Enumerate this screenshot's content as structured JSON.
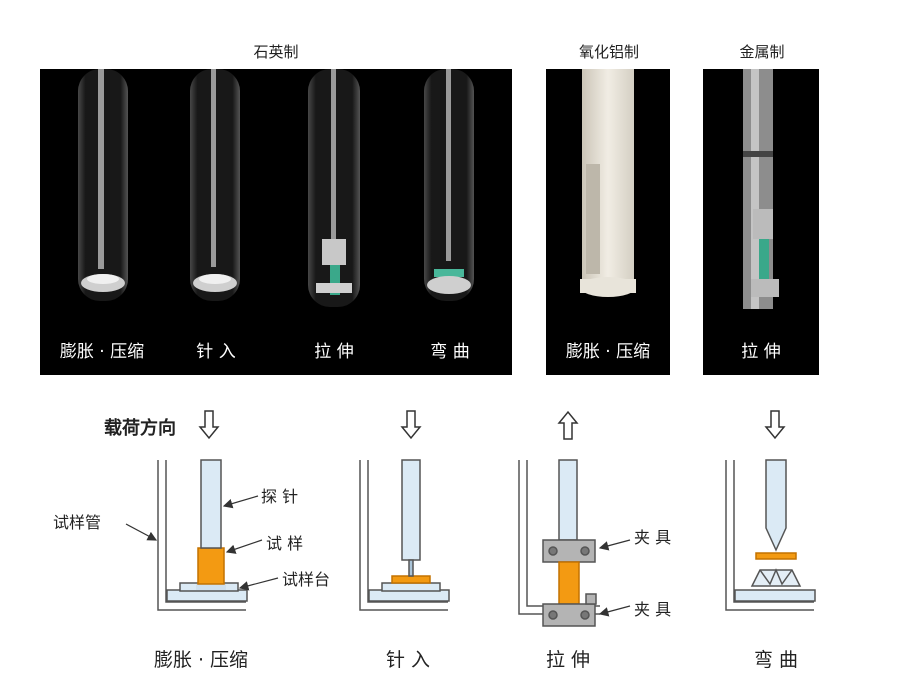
{
  "photos": {
    "quartz": {
      "title": "石英制",
      "labels": [
        "膨胀 · 压缩",
        "针 入",
        "拉 伸",
        "弯 曲"
      ]
    },
    "alumina": {
      "title": "氧化铝制",
      "labels": [
        "膨胀 · 压缩"
      ]
    },
    "metal": {
      "title": "金属制",
      "labels": [
        "拉 伸"
      ]
    }
  },
  "diagrams": {
    "load_direction": "载荷方向",
    "annotations": {
      "sample_tube": "试样管",
      "probe": "探 针",
      "sample": "试 样",
      "sample_stage": "试样台",
      "clamp_top": "夹 具",
      "clamp_bottom": "夹 具"
    },
    "labels": [
      "膨胀 · 压缩",
      "针 入",
      "拉 伸",
      "弯 曲"
    ]
  },
  "colors": {
    "tube_fill": "#dbeaf5",
    "tube_stroke": "#555555",
    "sample_orange": "#f39a12",
    "clamp_gray": "#b4b4b4"
  }
}
